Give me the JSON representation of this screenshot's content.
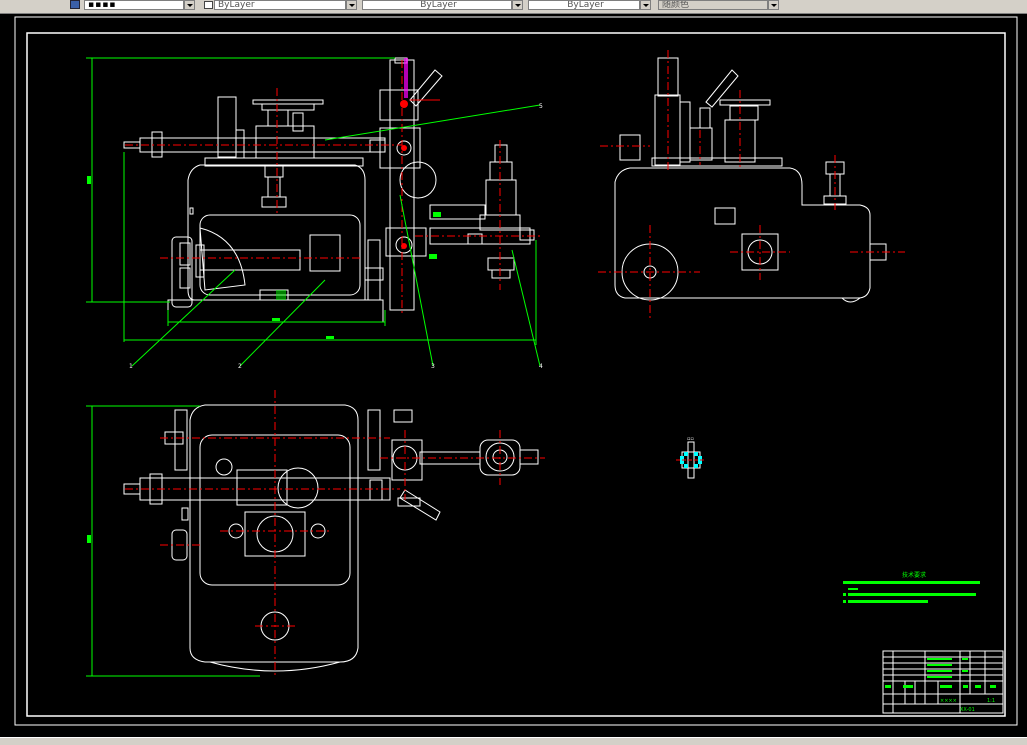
{
  "toolbar": {
    "color_control": "ByLayer",
    "linetype_control": "ByLayer",
    "lineweight_control": "ByLayer",
    "plotstyle_control": "随颜色"
  },
  "drawing": {
    "balloons": [
      "1",
      "2",
      "3",
      "4",
      "5"
    ],
    "tech_title": "技术要求",
    "title_block": {
      "drawing_name": "××××",
      "drawing_no": "XX-01",
      "scale": "1:1"
    }
  },
  "colors": {
    "background": "#000000",
    "outline": "#ffffff",
    "centerline": "#ff0000",
    "dimension": "#00ff00",
    "hatch": "#00ffff",
    "section": "#ff00ff"
  }
}
